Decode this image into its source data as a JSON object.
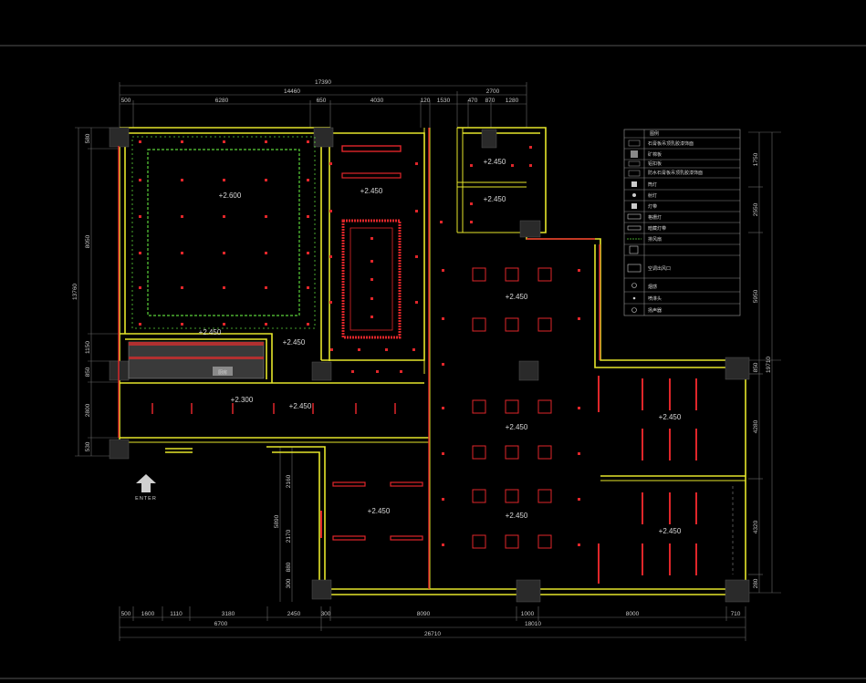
{
  "drawing": {
    "enter_label": "ENTER",
    "dims_top_total": "17390",
    "dims_top_row2": [
      "14460",
      "2700"
    ],
    "dims_top_row3": [
      "500",
      "6280",
      "650",
      "4030",
      "120",
      "1530",
      "470",
      "870",
      "1280"
    ],
    "dims_bottom_row1": [
      "500",
      "1600",
      "1110",
      "3180",
      "2450",
      "300",
      "8090",
      "1000",
      "8000",
      "710"
    ],
    "dims_bottom_row2": [
      "6700",
      "18010"
    ],
    "dims_bottom_total": "26710",
    "dims_left": [
      "580",
      "8050",
      "1150",
      "850",
      "2800",
      "530"
    ],
    "dims_left_total": "13760",
    "dims_left_lower": [
      "2160",
      "2170",
      "5890",
      "880",
      "300"
    ],
    "dims_right": [
      "1750",
      "2550",
      "5950",
      "850",
      "4280",
      "4320",
      "280"
    ],
    "dims_right_total": "19710",
    "levels": [
      "+2.600",
      "+2.450",
      "+2.450",
      "+2.450",
      "+2.450",
      "+2.300",
      "+2.450",
      "+2.450",
      "+2.450",
      "+2.450",
      "+2.450",
      "+2.450",
      "+2.450",
      "+2.450"
    ],
    "kitchen_label": "厨房"
  },
  "legend": {
    "title": "图例",
    "rows": [
      "石膏板吊顶乳胶漆饰面",
      "矿棉板",
      "铝扣板",
      "防水石膏板吊顶乳胶漆饰面",
      "筒灯",
      "射灯",
      "灯带",
      "格栅灯",
      "暗藏灯带",
      "排风扇",
      "空调出风口",
      "烟感",
      "喷淋头",
      "扬声器"
    ]
  }
}
